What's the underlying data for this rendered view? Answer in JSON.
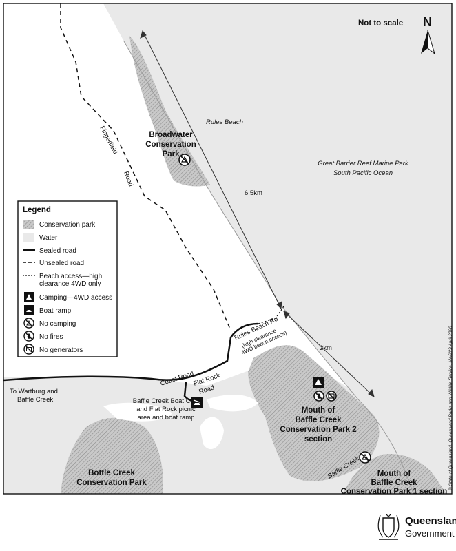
{
  "map": {
    "not_to_scale": "Not to scale",
    "north": "N",
    "copyright": "© State of Queensland. Queensland Parks and Wildlife Service. MA6/29 April 2020",
    "places": {
      "rules_beach": "Rules Beach",
      "broadwater_1": "Broadwater",
      "broadwater_2": "Conservation",
      "broadwater_3": "Park",
      "gbr": "Great Barrier Reef Marine Park",
      "ocean": "South Pacific Ocean",
      "fingerfield": "Fingerfield",
      "road": "Road",
      "coast_road": "Coast Road",
      "flat_rock_1": "Flat Rock",
      "flat_rock_2": "Road",
      "rules_beach_rd": "Rules Beach Rd",
      "high_clearance_1": "(high clearance",
      "high_clearance_2": "4WD beach access)",
      "wartburg_1": "To Wartburg and",
      "wartburg_2": "Baffle Creek",
      "boat_club_1": "Baffle Creek Boat Club",
      "boat_club_2": "and Flat Rock picnic",
      "boat_club_3": "area and boat ramp",
      "mouth2_1": "Mouth of",
      "mouth2_2": "Baffle Creek",
      "mouth2_3": "Conservation Park 2",
      "mouth2_4": "section",
      "bottle_1": "Bottle Creek",
      "bottle_2": "Conservation Park",
      "baffle_creek": "Baffle Creek",
      "mouth1_1": "Mouth of",
      "mouth1_2": "Baffle Creek",
      "mouth1_3": "Conservation Park 1 section",
      "dist_65": "6.5km",
      "dist_2": "2km"
    },
    "legend": {
      "title": "Legend",
      "items": [
        "Conservation park",
        "Water",
        "Sealed road",
        "Unsealed road",
        "Beach access—high",
        "clearance 4WD only",
        "Camping—4WD access",
        "Boat ramp",
        "No camping",
        "No fires",
        "No generators"
      ]
    }
  },
  "footer": {
    "name": "Queensland",
    "sub": "Government"
  }
}
